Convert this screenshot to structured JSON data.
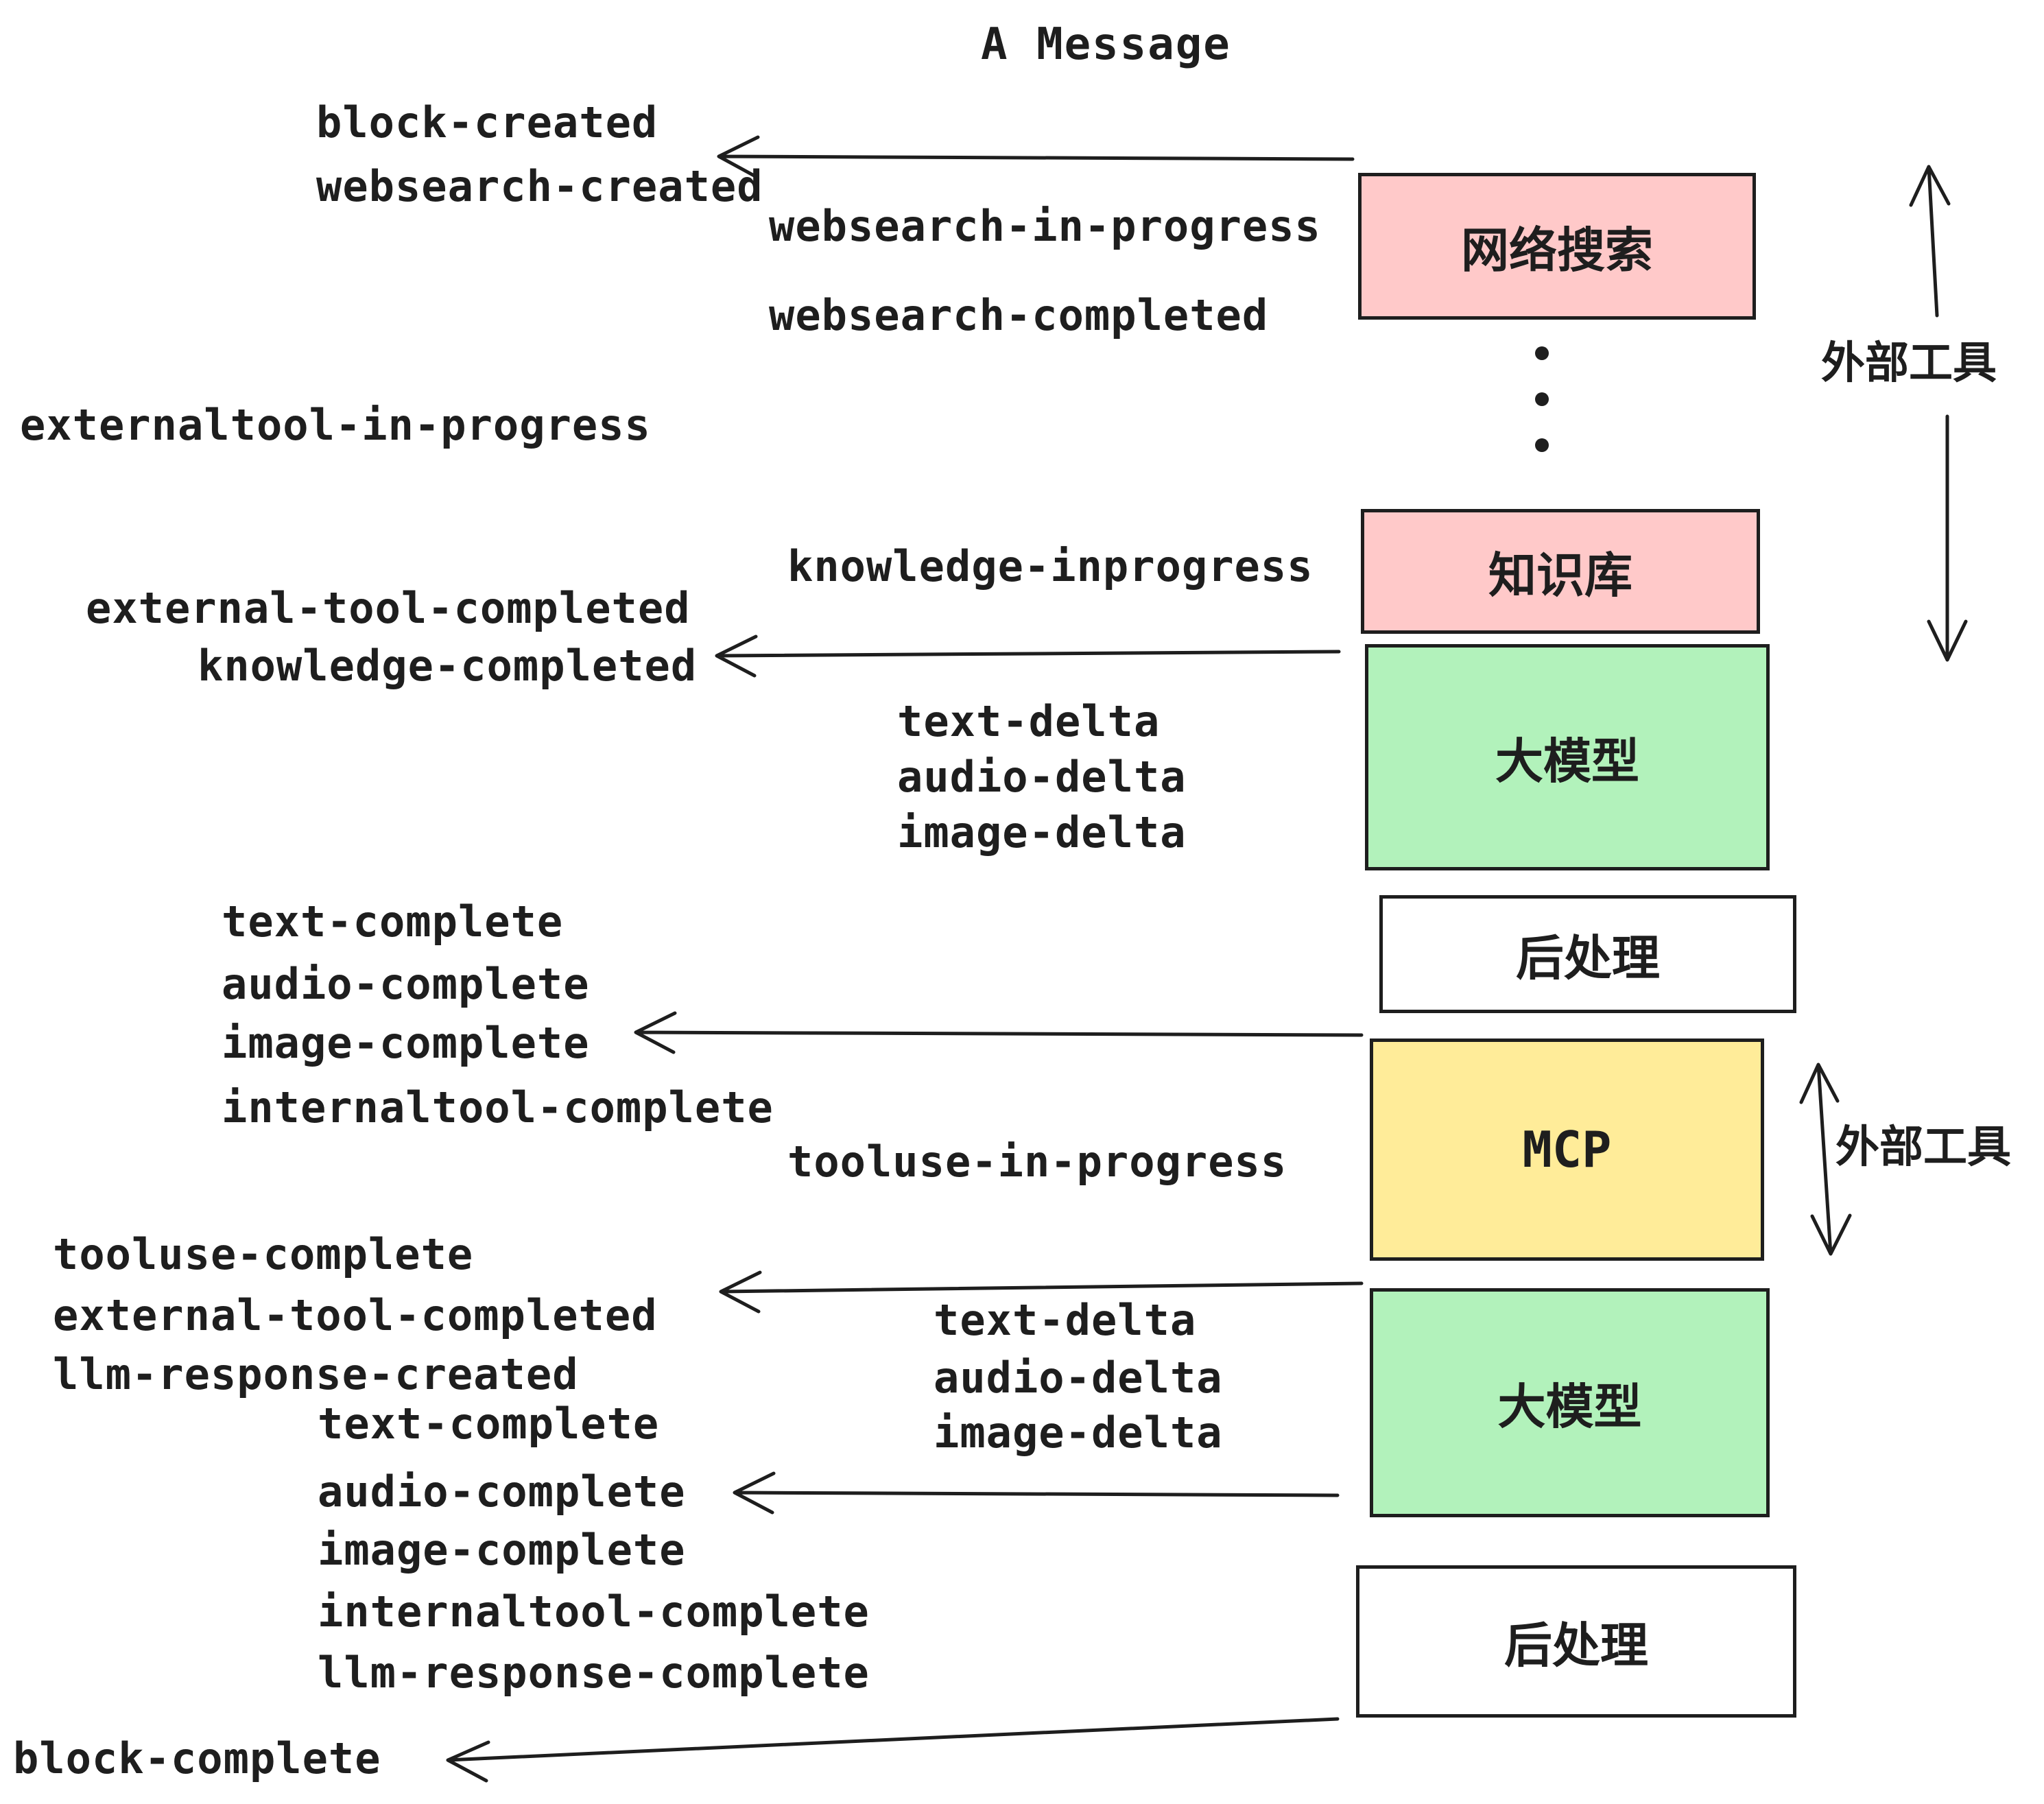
{
  "title": "A Message",
  "colors": {
    "ink": "#1e1e1e",
    "pink": "#ffc9c9",
    "green": "#b2f2bb",
    "yellow": "#ffec99",
    "white": "#ffffff"
  },
  "boxes": [
    {
      "label": "网络搜索",
      "fill": "#ffc9c9"
    },
    {
      "label": "知识库",
      "fill": "#ffc9c9"
    },
    {
      "label": "大模型",
      "fill": "#b2f2bb"
    },
    {
      "label": "后处理",
      "fill": "#ffffff"
    },
    {
      "label": "MCP",
      "fill": "#ffec99"
    },
    {
      "label": "大模型",
      "fill": "#b2f2bb"
    },
    {
      "label": "后处理",
      "fill": "#ffffff"
    }
  ],
  "side_labels": [
    {
      "text": "外部工具"
    },
    {
      "text": "外部工具"
    }
  ],
  "events": [
    {
      "text": "block-created"
    },
    {
      "text": "websearch-created"
    },
    {
      "text": "websearch-in-progress"
    },
    {
      "text": "websearch-completed"
    },
    {
      "text": "externaltool-in-progress"
    },
    {
      "text": "knowledge-inprogress"
    },
    {
      "text": "external-tool-completed"
    },
    {
      "text": "knowledge-completed"
    },
    {
      "text": "text-delta"
    },
    {
      "text": "audio-delta"
    },
    {
      "text": "image-delta"
    },
    {
      "text": "text-complete"
    },
    {
      "text": "audio-complete"
    },
    {
      "text": "image-complete"
    },
    {
      "text": "internaltool-complete"
    },
    {
      "text": "tooluse-in-progress"
    },
    {
      "text": "tooluse-complete"
    },
    {
      "text": "external-tool-completed"
    },
    {
      "text": "llm-response-created"
    },
    {
      "text": "text-complete"
    },
    {
      "text": "audio-complete"
    },
    {
      "text": "image-complete"
    },
    {
      "text": "internaltool-complete"
    },
    {
      "text": "llm-response-complete"
    },
    {
      "text": "block-complete"
    },
    {
      "text": "text-delta"
    },
    {
      "text": "audio-delta"
    },
    {
      "text": "image-delta"
    }
  ]
}
